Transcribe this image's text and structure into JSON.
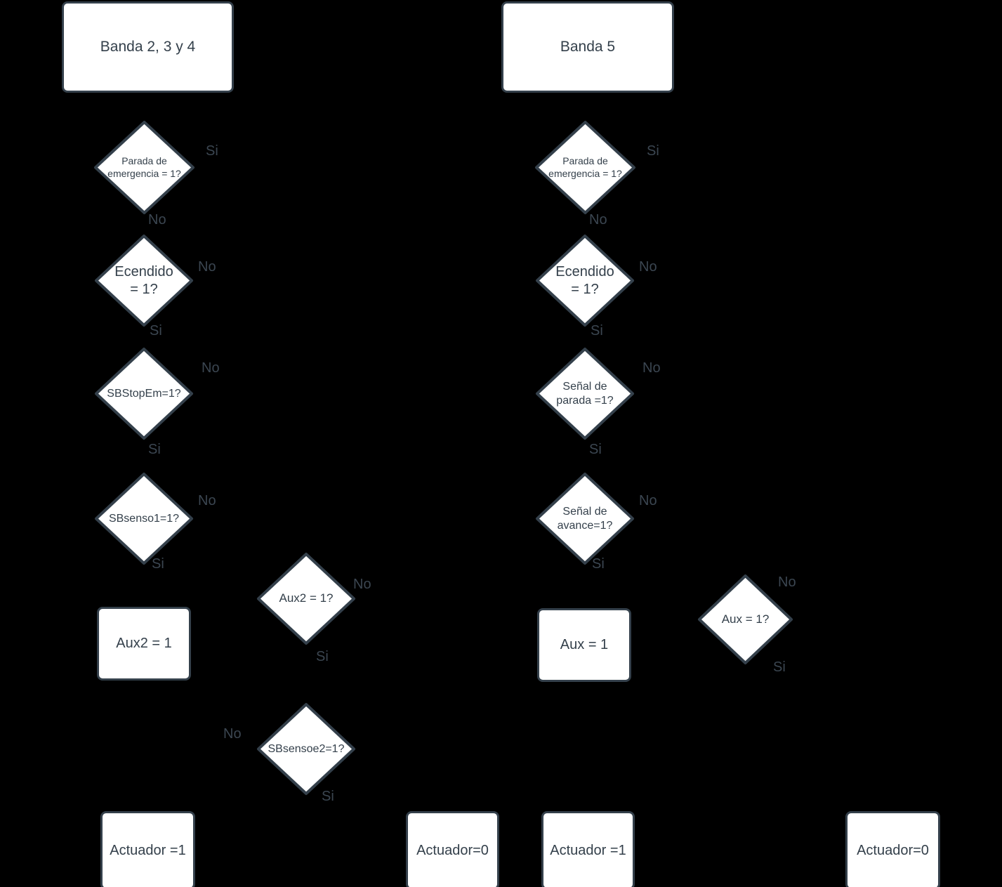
{
  "diagram": {
    "title": "Diagrama de flujo Banda 2,3 y 4 / Banda 5",
    "background_color": "#000000",
    "node_fill": "#ffffff",
    "node_stroke": "#34404b",
    "text_color": "#34404b",
    "label_color": "#3b4651"
  },
  "nodes": {
    "banda234": "Banda 2, 3 y 4",
    "parada_emergencia_left": "Parada de emergencia = 1?",
    "ecendido_left": "Ecendido = 1?",
    "sbstopem": "SBStopEm=1?",
    "sbsenso1": "SBsenso1=1?",
    "aux2_set": "Aux2 = 1",
    "aux2_check": "Aux2 = 1?",
    "sbsensoe2": "SBsensoe2=1?",
    "actuador_1_left": "Actuador =1",
    "actuador_0_mid": "Actuador=0",
    "banda5": "Banda 5",
    "parada_emergencia_right": "Parada de emergencia = 1?",
    "ecendido_right": "Ecendido = 1?",
    "senal_parada": "Señal de parada =1?",
    "senal_avance": "Señal de avance=1?",
    "aux_set": "Aux = 1",
    "aux_check": "Aux = 1?",
    "actuador_1_right": "Actuador =1",
    "actuador_0_right": "Actuador=0"
  },
  "edge_labels": {
    "l1_si": "Si",
    "l1_no": "No",
    "l2_no": "No",
    "l2_si": "Si",
    "l3_no": "No",
    "l3_si": "Si",
    "l4_no": "No",
    "l4_si": "Si",
    "l5_no": "No",
    "l5_si": "Si",
    "l6_no": "No",
    "l6_si": "Si",
    "r1_si": "Si",
    "r1_no": "No",
    "r2_no": "No",
    "r2_si": "Si",
    "r3_no": "No",
    "r3_si": "Si",
    "r4_no": "No",
    "r4_si": "Si",
    "r5_no": "No",
    "r5_si": "Si"
  }
}
